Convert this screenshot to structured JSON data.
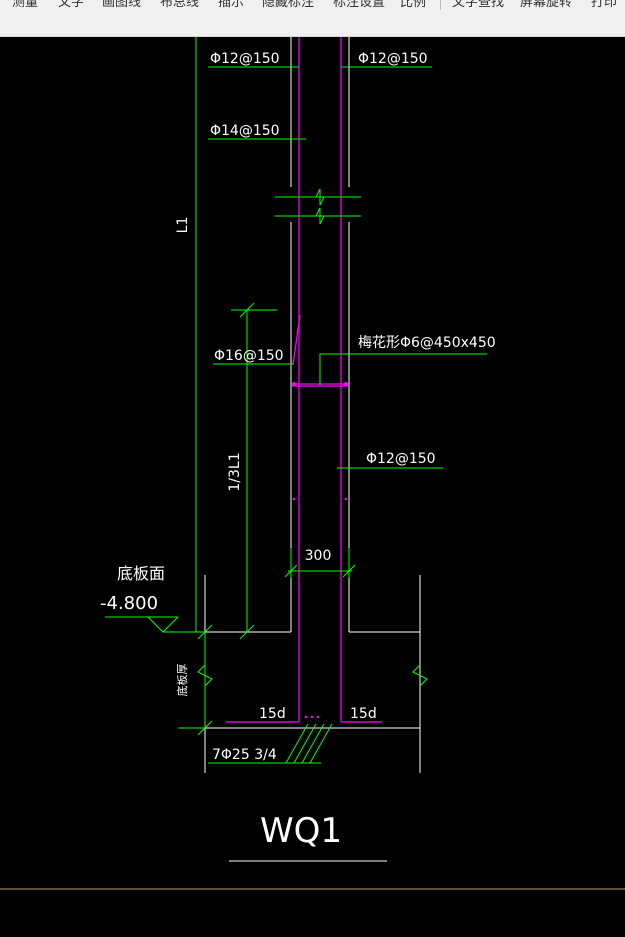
{
  "toolbar": {
    "items": [
      "测量",
      "文字",
      "画图线",
      "布总线",
      "插示",
      "隐藏标注",
      "标注设置",
      "比例",
      "文字查找",
      "屏幕旋转",
      "打印"
    ]
  },
  "drawing": {
    "title": "WQ1",
    "labels": {
      "rebar_top_left": "Φ12@150",
      "rebar_top_right": "Φ12@150",
      "rebar_14": "Φ14@150",
      "rebar_16": "Φ16@150",
      "rebar_right_mid": "Φ12@150",
      "tie_bars": "梅花形Φ6@450x450",
      "length_L1": "L1",
      "length_third": "1/3L1",
      "wall_thickness": "300",
      "slab_surface": "底板面",
      "elevation": "-4.800",
      "slab_thickness": "底板厚",
      "anchor_left": "15d",
      "anchor_right": "15d",
      "bottom_bars": "7Φ25 3/4"
    },
    "colors": {
      "background": "#000000",
      "dimension": "#00ff00",
      "rebar": "#ff00ff",
      "concrete": "#ffffff",
      "text": "#ffffff",
      "frame_line": "#c8a060"
    }
  }
}
